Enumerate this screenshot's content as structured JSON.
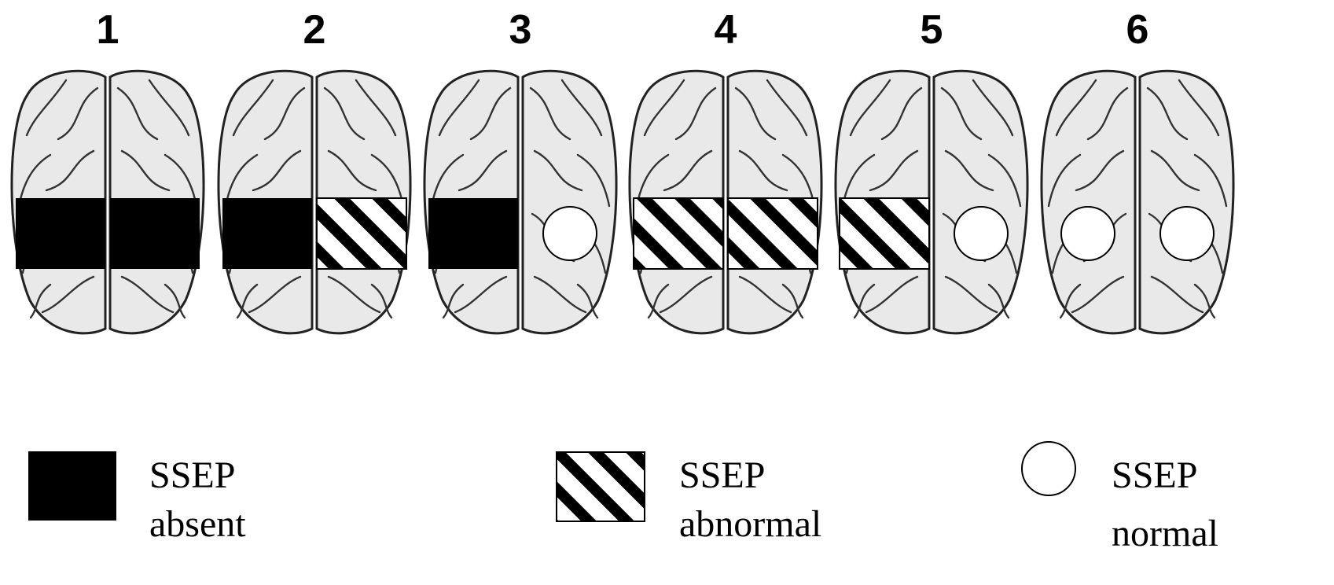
{
  "figure": {
    "grades": [
      {
        "number": "1",
        "left": "absent",
        "right": "absent"
      },
      {
        "number": "2",
        "left": "absent",
        "right": "abnormal"
      },
      {
        "number": "3",
        "left": "absent",
        "right": "normal"
      },
      {
        "number": "4",
        "left": "abnormal",
        "right": "abnormal"
      },
      {
        "number": "5",
        "left": "abnormal",
        "right": "normal"
      },
      {
        "number": "6",
        "left": "normal",
        "right": "normal"
      }
    ]
  },
  "legend": {
    "absent": {
      "line1": "SSEP",
      "line2": "absent"
    },
    "abnormal": {
      "line1": "SSEP",
      "line2": "abnormal"
    },
    "normal": {
      "line1": "SSEP",
      "line2": "normal"
    }
  },
  "colors": {
    "ink": "#000000",
    "paper": "#ffffff",
    "brain_fill": "#e9e9e9"
  }
}
